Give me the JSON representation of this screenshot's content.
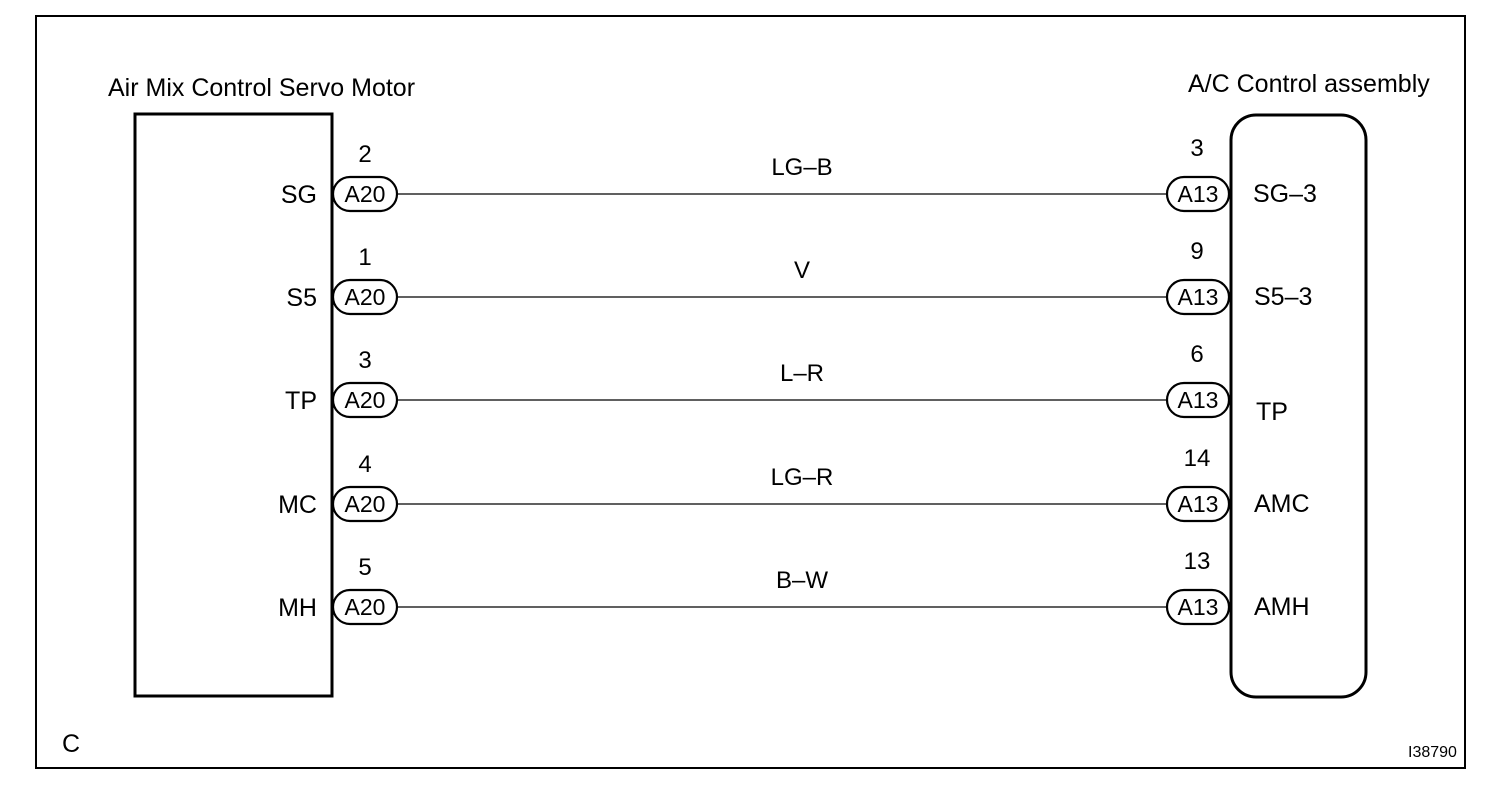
{
  "left_component": {
    "title": "Air Mix Control Servo Motor",
    "connector": "A20"
  },
  "right_component": {
    "title": "A/C Control assembly",
    "connector": "A13"
  },
  "wires": [
    {
      "left_signal": "SG",
      "left_pin": "2",
      "color_code": "LG–B",
      "right_pin": "3",
      "right_signal": "SG–3"
    },
    {
      "left_signal": "S5",
      "left_pin": "1",
      "color_code": "V",
      "right_pin": "9",
      "right_signal": "S5–3"
    },
    {
      "left_signal": "TP",
      "left_pin": "3",
      "color_code": "L–R",
      "right_pin": "6",
      "right_signal": "TP"
    },
    {
      "left_signal": "MC",
      "left_pin": "4",
      "color_code": "LG–R",
      "right_pin": "14",
      "right_signal": "AMC"
    },
    {
      "left_signal": "MH",
      "left_pin": "5",
      "color_code": "B–W",
      "right_pin": "13",
      "right_signal": "AMH"
    }
  ],
  "corner_label": "C",
  "figure_id": "I38790"
}
